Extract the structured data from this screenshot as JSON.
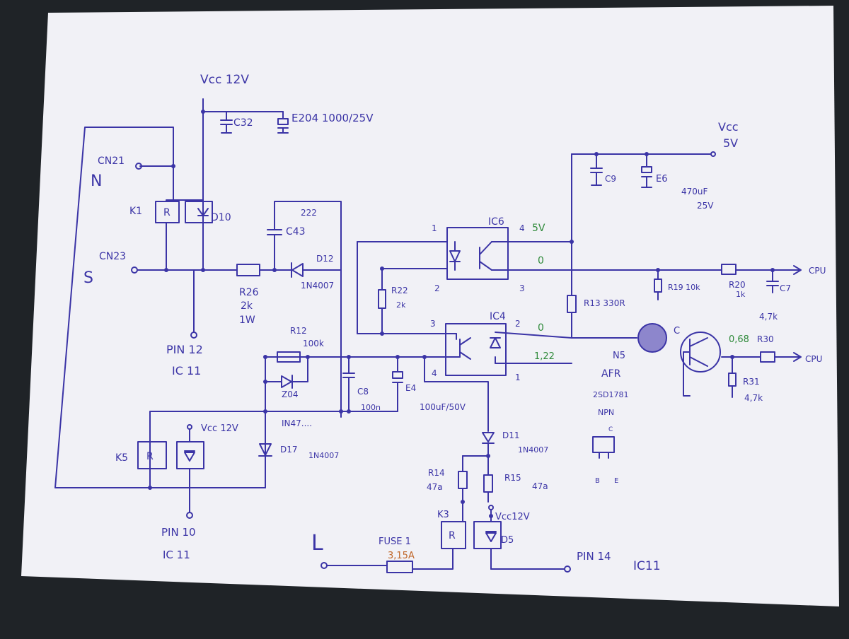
{
  "colors": {
    "background": "#1f2327",
    "paper": "#f1f1f6",
    "ink": "#3b34a6",
    "green_ink": "#2f8a3a",
    "orange_ink": "#c0672a"
  },
  "labels": {
    "vcc12_top": "Vcc 12V",
    "c32": "C32",
    "e204": "E204 1000/25V",
    "cn21": "CN21",
    "n": "N",
    "k1": "K1",
    "r_k1": "R",
    "d10": "D10",
    "cap222": "222",
    "c43": "C43",
    "cn23": "CN23",
    "s": "S",
    "r26": "R26",
    "r26_val": "2k",
    "r26_w": "1W",
    "d12": "D12",
    "d12_type": "1N4007",
    "pin12": "PIN 12",
    "ic11_a": "IC 11",
    "vcc5": "Vcc",
    "vcc5_v": "5V",
    "c9": "C9",
    "e6": "E6",
    "e6_val": "470uF",
    "e6_v": "25V",
    "ic6": "IC6",
    "ic6_p1": "1",
    "ic6_p4": "4",
    "ic6_5v": "5V",
    "ic6_p2": "2",
    "ic6_p3": "3",
    "ic6_zero": "0",
    "cpu1": "CPU",
    "r19": "R19 10k",
    "r20": "R20",
    "r20_val": "1k",
    "c7": "C7",
    "r22": "R22",
    "r22_val": "2k",
    "r13": "R13 330R",
    "ic4": "IC4",
    "ic4_p3": "3",
    "ic4_p2": "2",
    "ic4_zero": "0",
    "ic4_122": "1,22",
    "ic4_p4": "4",
    "ic4_p1": "1",
    "r12": "R12",
    "r12_val": "100k",
    "z04": "Z04",
    "c8": "C8",
    "c8_val": "100n",
    "e4": "E4",
    "e4_val": "100uF/50V",
    "in47": "IN47....",
    "c_lbl": "C",
    "n5": "N5",
    "afr": "AFR",
    "part": "2SD1781",
    "npn": "NPN",
    "pkg_c": "C",
    "pkg_b": "B",
    "pkg_e": "E",
    "v068": "0,68",
    "r30_val": "4,7k",
    "r30": "R30",
    "cpu2": "CPU",
    "r31": "R31",
    "r31_val": "4,7k",
    "k5": "K5",
    "r_k5": "R",
    "vcc12_k5": "Vcc 12V",
    "d17": "D17",
    "d17_type": "1N4007",
    "pin10": "PIN 10",
    "ic11_b": "IC 11",
    "d11": "D11",
    "d11_type": "1N4007",
    "r14": "R14",
    "r14_val": "47a",
    "r15": "R15",
    "r15_val": "47a",
    "k3": "K3",
    "r_k3": "R",
    "vcc12_k3": "Vcc12V",
    "d5": "D5",
    "l": "L",
    "fuse": "FUSE 1",
    "fuse_val": "3,15A",
    "pin14": "PIN 14",
    "ic11_c": "IC11"
  }
}
